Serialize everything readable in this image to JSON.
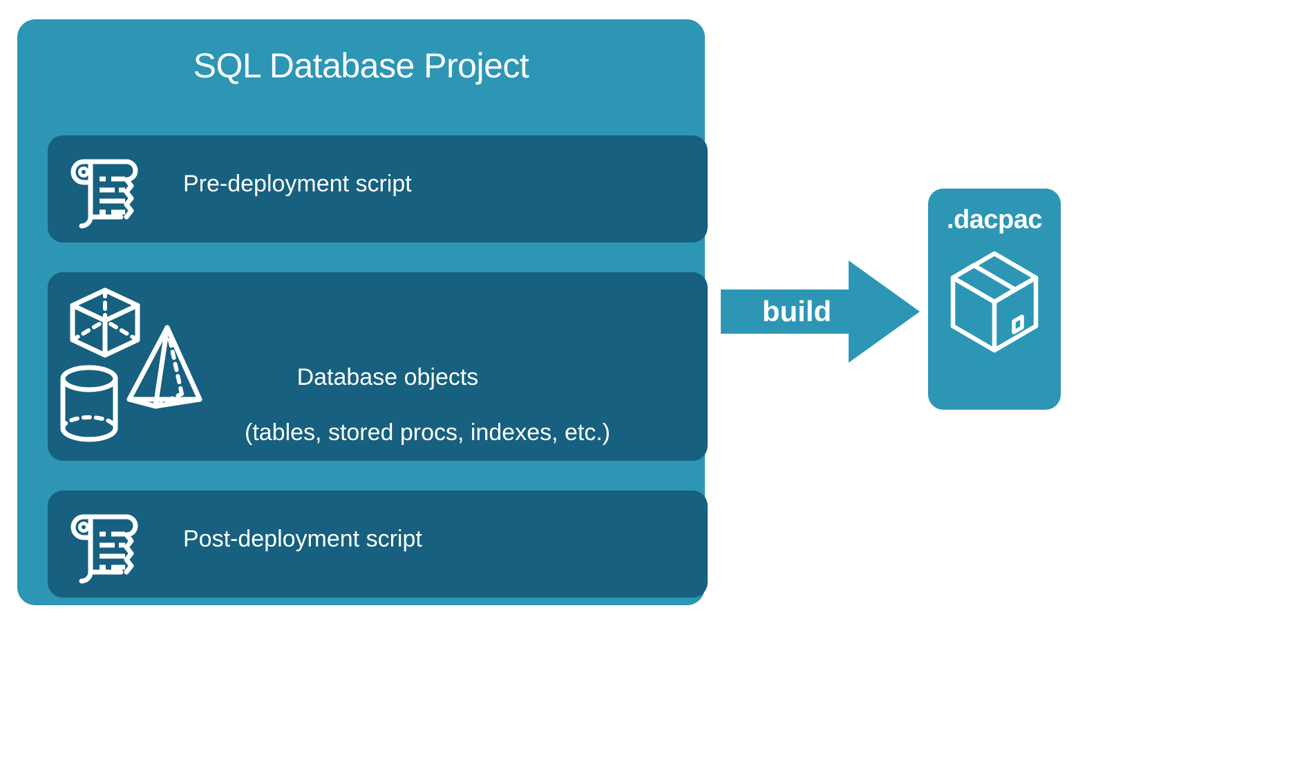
{
  "diagram": {
    "type": "flow-diagram",
    "background_color": "#FFFFFF",
    "palette": {
      "container_teal": "#2D96B5",
      "row_dark_teal": "#17607F",
      "icon_stroke": "#FFFFFF",
      "text_color": "#FFFFFF"
    }
  },
  "project": {
    "title": "SQL Database Project",
    "rows": [
      {
        "id": "pre-deployment",
        "label": "Pre-deployment script",
        "icons": [
          "scroll-icon"
        ]
      },
      {
        "id": "database-objects",
        "label_line1": "Database objects",
        "label_line2": "(tables, stored procs, indexes, etc.)",
        "icons": [
          "cube-icon",
          "pyramid-icon",
          "cylinder-icon"
        ]
      },
      {
        "id": "post-deployment",
        "label": "Post-deployment script",
        "icons": [
          "scroll-icon"
        ]
      }
    ]
  },
  "flow": {
    "arrow_label": "build",
    "arrow_direction": "right",
    "arrow_color": "#2D96B5"
  },
  "output": {
    "title": ".dacpac",
    "icon": "package-box-icon",
    "card_color": "#2D96B5"
  }
}
